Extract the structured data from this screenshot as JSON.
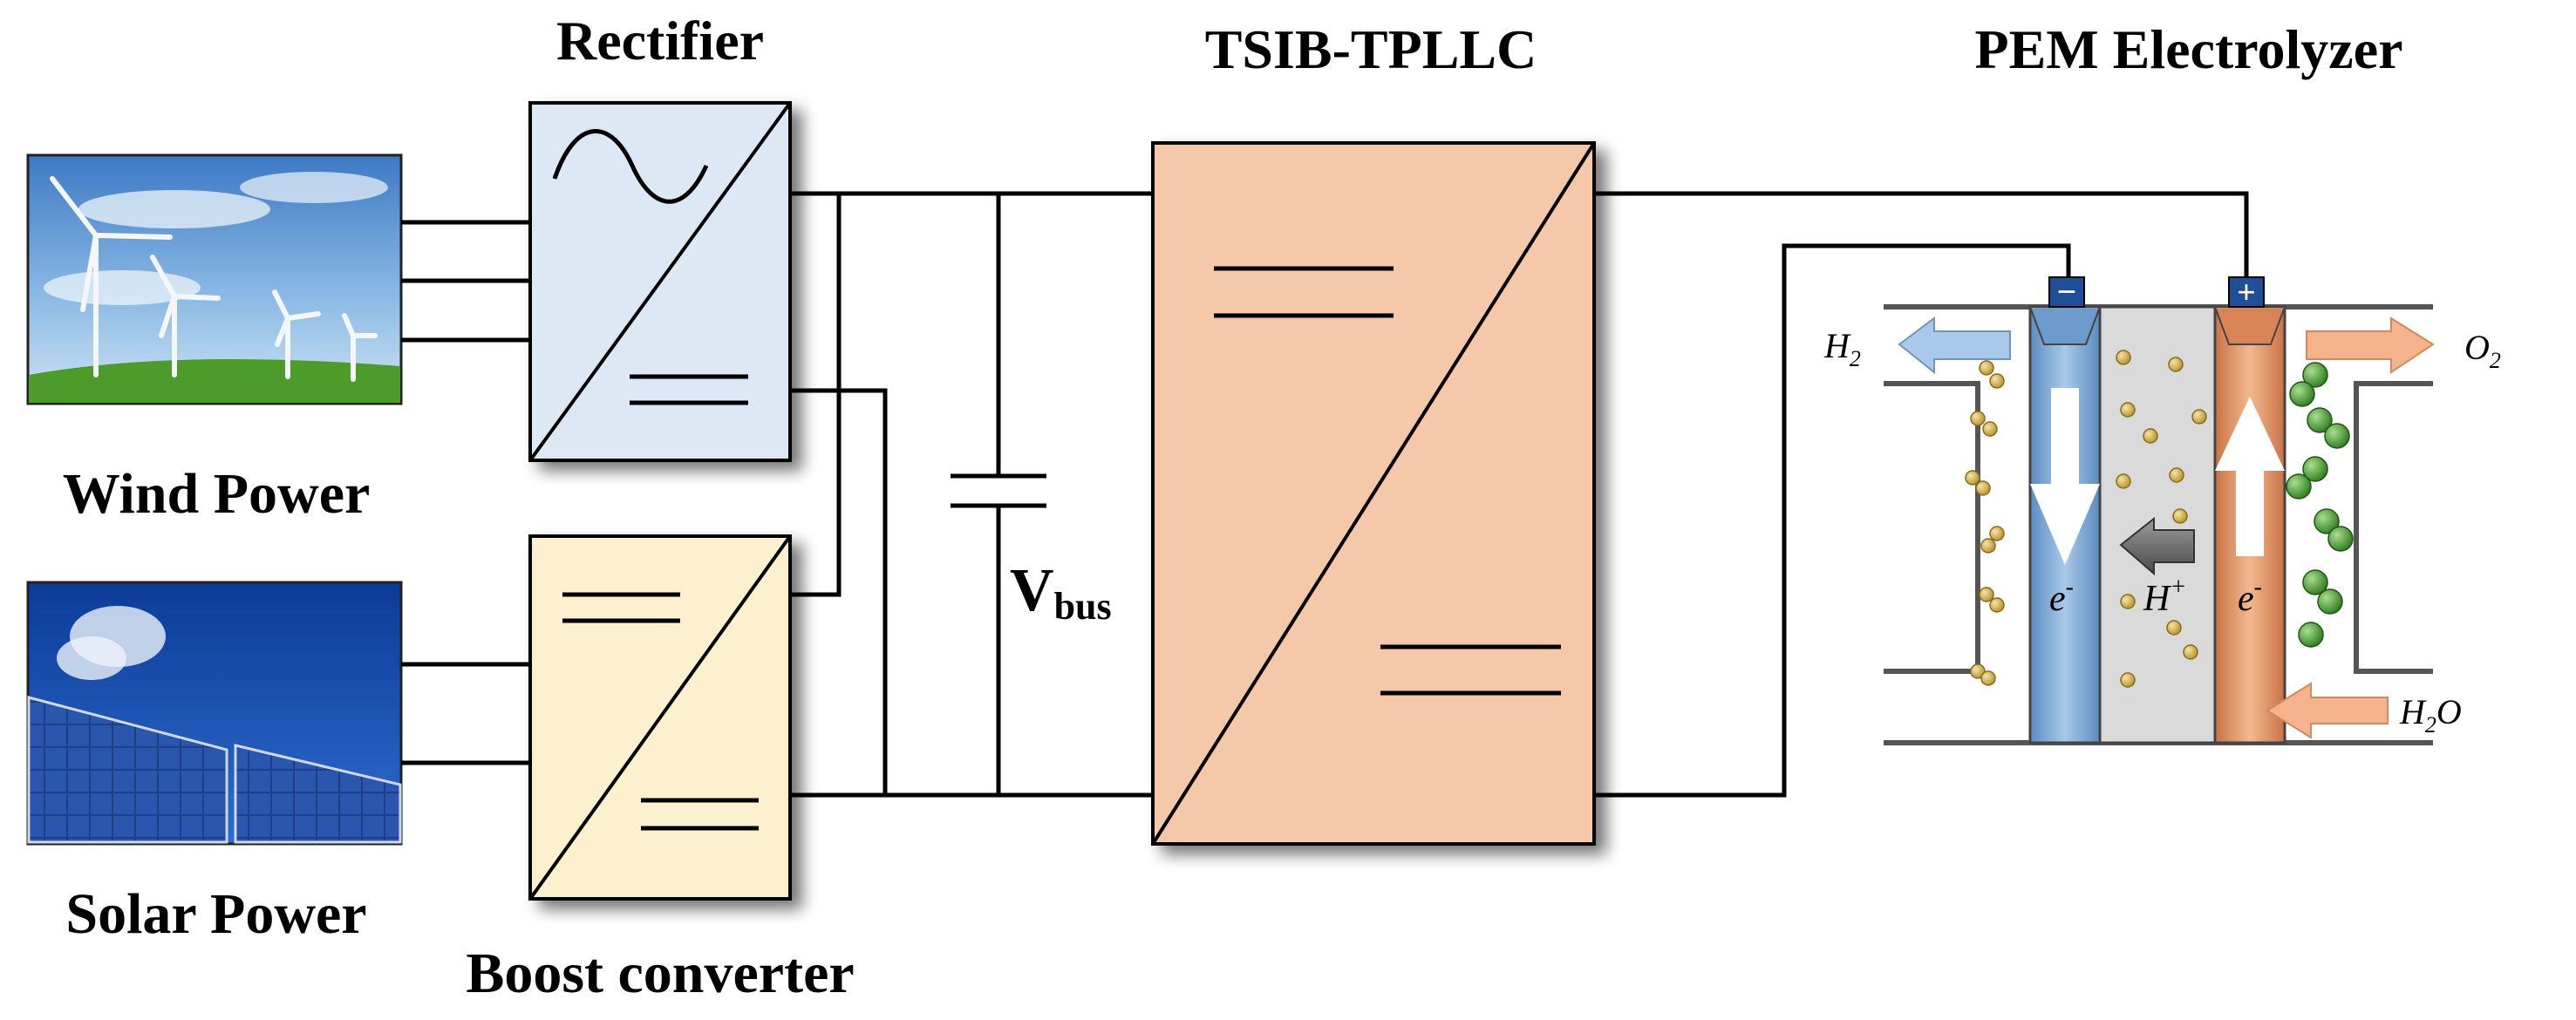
{
  "labels": {
    "rectifier": "Rectifier",
    "tsib": "TSIB-TPLLC",
    "pem": "PEM Electrolyzer",
    "wind": "Wind Power",
    "solar": "Solar Power",
    "boost": "Boost converter",
    "vbus_main": "V",
    "vbus_sub": "bus"
  },
  "electrolyzer": {
    "h2_main": "H",
    "h2_sub": "2",
    "o2_main": "O",
    "o2_sub": "2",
    "h2o_h": "H",
    "h2o_sub": "2",
    "h2o_o": "O",
    "electron_left_main": "e",
    "electron_left_sup": "-",
    "electron_right_main": "e",
    "electron_right_sup": "-",
    "proton_main": "H",
    "proton_sup": "+",
    "terminal_minus": "−",
    "terminal_plus": "+"
  },
  "colors": {
    "rectifier_fill": "#dce9f5",
    "boost_fill": "#fdf0cf",
    "tsib_fill": "#f6c8aa",
    "cathode": "#7fa9d1",
    "anode": "#e39a6c",
    "membrane": "#dadada",
    "h2_particle": "#d9b85a",
    "o2_particle": "#4e9e3a"
  }
}
